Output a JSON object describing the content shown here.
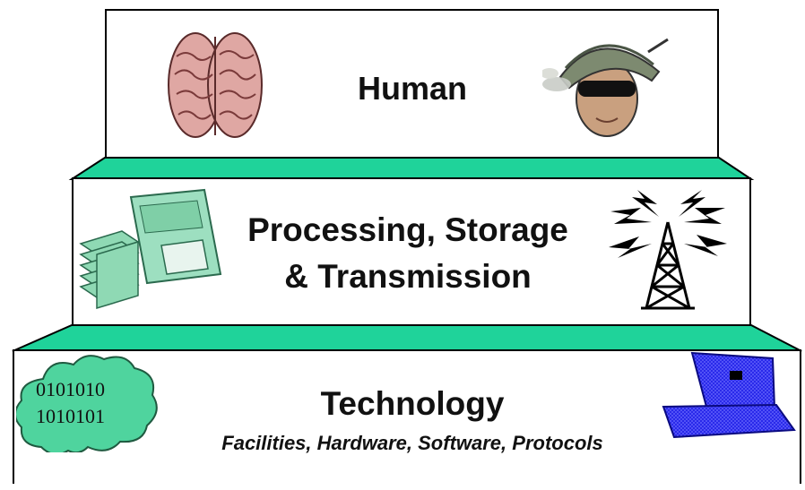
{
  "colors": {
    "ledge": "#1fd39a",
    "border": "#000000",
    "cloud": "#4fd49e",
    "disk": "#8fd9b4",
    "laptop": "#1e1ee0"
  },
  "layers": [
    {
      "id": "human",
      "lines": [
        "Human"
      ],
      "left_icon": "brain-icon",
      "right_icon": "soldier-icon"
    },
    {
      "id": "processing",
      "lines": [
        "Processing, Storage",
        "& Transmission"
      ],
      "left_icon": "floppy-disk-icon",
      "right_icon": "radio-tower-icon"
    },
    {
      "id": "technology",
      "lines": [
        "Technology"
      ],
      "subtitle": "Facilities, Hardware, Software, Protocols",
      "left_icon": "binary-cloud-icon",
      "right_icon": "laptop-icon"
    }
  ],
  "binary_lines": [
    "0101010",
    "1010101"
  ]
}
